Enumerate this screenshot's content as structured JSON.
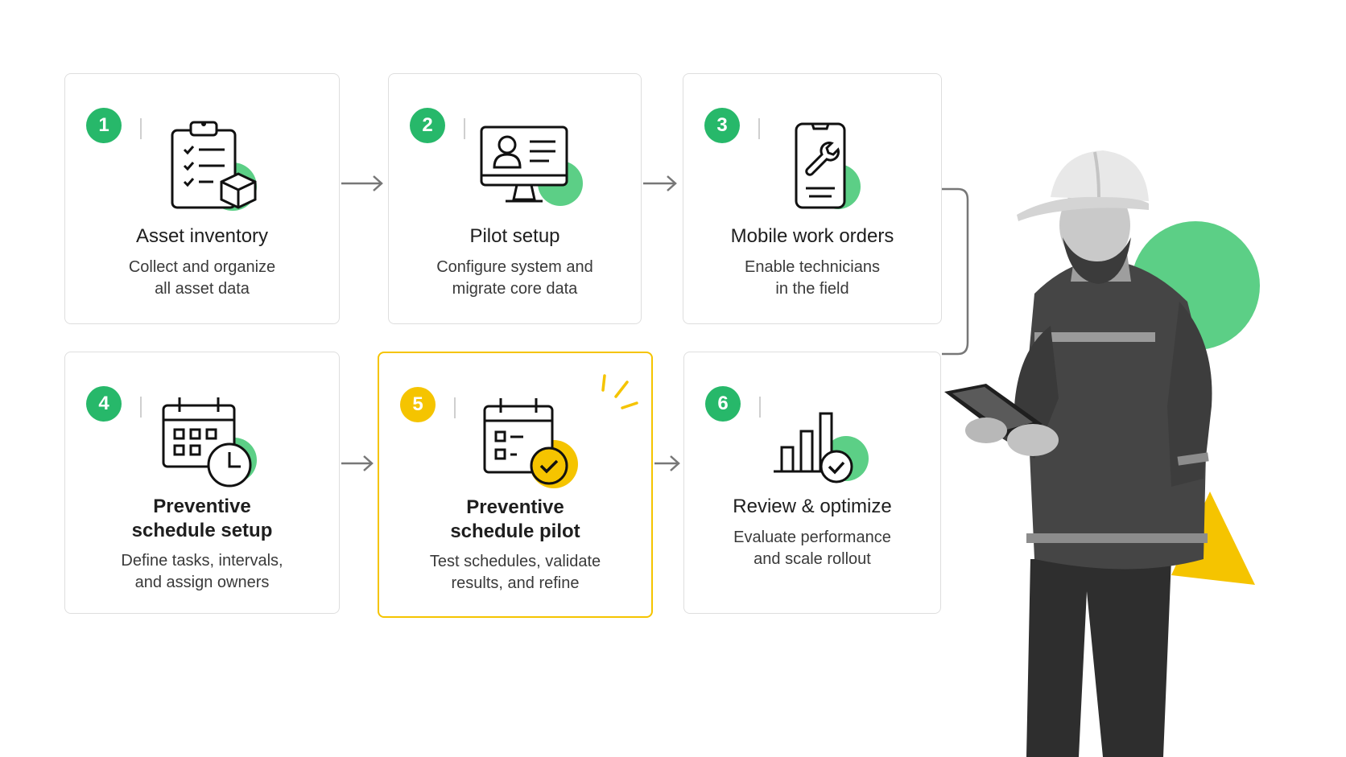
{
  "colors": {
    "accent_green": "#27b86a",
    "accent_light_green": "#5ccf86",
    "highlight_yellow": "#f5c400",
    "border_gray": "#dedede"
  },
  "steps": [
    {
      "number": "1",
      "title": "Asset inventory",
      "desc_line1": "Collect and organize",
      "desc_line2": "all asset data",
      "icon": "clipboard-checklist-icon"
    },
    {
      "number": "2",
      "title": "Pilot setup",
      "desc_line1": "Configure system and",
      "desc_line2": "migrate core data",
      "icon": "monitor-profile-icon"
    },
    {
      "number": "3",
      "title": "Mobile work orders",
      "desc_line1": "Enable technicians",
      "desc_line2": "in the field",
      "icon": "phone-wrench-icon"
    },
    {
      "number": "4",
      "title_line1": "Preventive",
      "title_line2": "schedule setup",
      "desc_line1": "Define tasks, intervals,",
      "desc_line2": "and assign owners",
      "icon": "calendar-clock-icon"
    },
    {
      "number": "5",
      "title_line1": "Preventive",
      "title_line2": "schedule pilot",
      "desc_line1": "Test schedules, validate",
      "desc_line2": "results, and refine",
      "icon": "calendar-check-icon",
      "highlighted": true
    },
    {
      "number": "6",
      "title": "Review & optimize",
      "desc_line1": "Evaluate performance",
      "desc_line2": "and scale rollout",
      "icon": "bar-chart-check-icon"
    }
  ]
}
